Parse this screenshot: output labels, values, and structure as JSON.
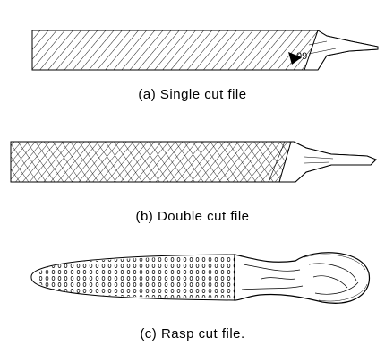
{
  "figures": [
    {
      "id": "a",
      "caption": "(a) Single cut file",
      "marker": "09"
    },
    {
      "id": "b",
      "caption": "(b) Double cut file"
    },
    {
      "id": "c",
      "caption": "(c) Rasp cut file."
    }
  ]
}
